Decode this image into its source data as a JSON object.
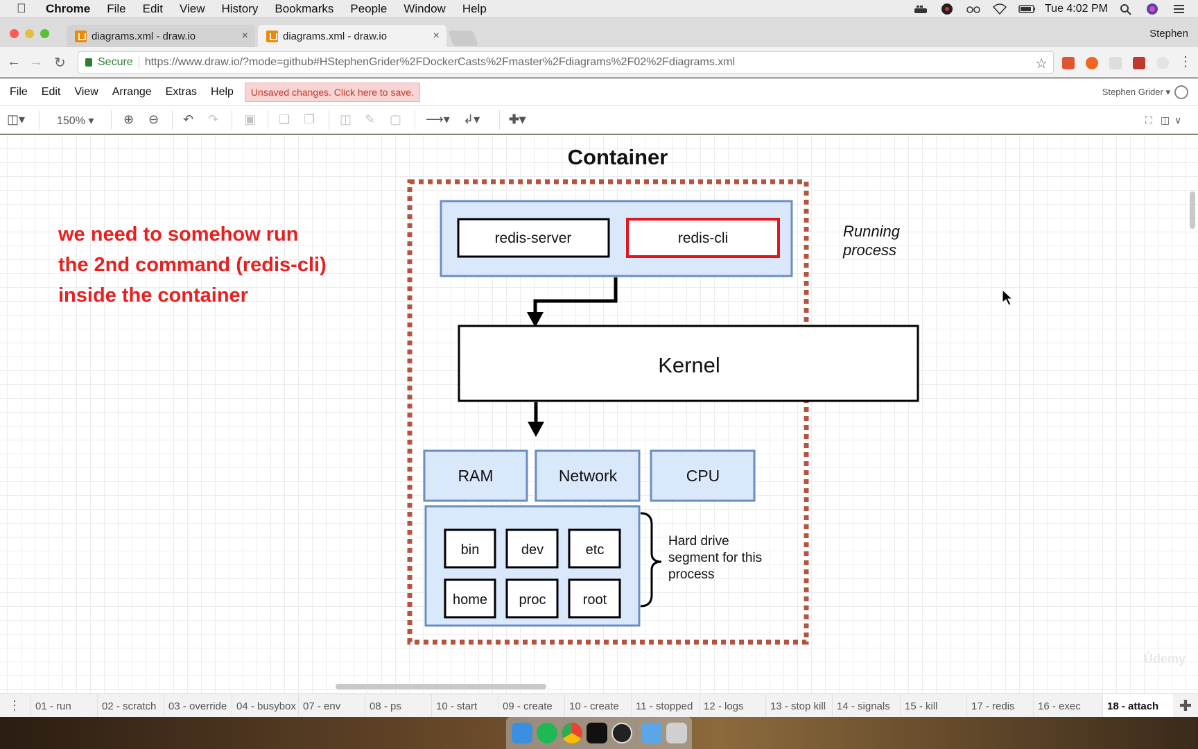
{
  "menubar": {
    "app": "Chrome",
    "items": [
      "File",
      "Edit",
      "View",
      "History",
      "Bookmarks",
      "People",
      "Window",
      "Help"
    ],
    "clock": "Tue 4:02 PM"
  },
  "tabs": [
    {
      "title": "diagrams.xml - draw.io",
      "close": "×"
    },
    {
      "title": "diagrams.xml - draw.io",
      "close": "×"
    }
  ],
  "profile": "Stephen",
  "address": {
    "secure": "Secure",
    "url": "https://www.draw.io/?mode=github#HStephenGrider%2FDockerCasts%2Fmaster%2Fdiagrams%2F02%2Fdiagrams.xml"
  },
  "drawio": {
    "menus": [
      "File",
      "Edit",
      "View",
      "Arrange",
      "Extras",
      "Help"
    ],
    "unsaved": "Unsaved changes. Click here to save.",
    "user": "Stephen Grider",
    "zoom": "150%"
  },
  "canvas": {
    "note": "we need to somehow run\nthe 2nd command (redis-cli)\ninside the container",
    "watermark": "Ûdemy"
  },
  "diagram": {
    "container_label": "Container",
    "running_label": "Running\nprocess",
    "process_a": "redis-server",
    "process_b": "redis-cli",
    "kernel": "Kernel",
    "resources": [
      "RAM",
      "Network",
      "CPU"
    ],
    "folders": [
      "bin",
      "dev",
      "etc",
      "home",
      "proc",
      "root"
    ],
    "hd_label": "Hard drive\nsegment for this\nprocess"
  },
  "pages": [
    "01 - run",
    "02 - scratch",
    "03 - override",
    "04 - busybox",
    "07 - env",
    "08 - ps",
    "10 - start",
    "09 - create",
    "10 - create",
    "11 - stopped",
    "12 - logs",
    "13 - stop kill",
    "14 - signals",
    "15 - kill",
    "17 - redis",
    "16 - exec",
    "18 - attach"
  ],
  "active_page": "18 - attach",
  "colors": {
    "note_red": "#e82020",
    "container_border": "#b5533f",
    "box_fill": "#dae8fc",
    "box_border": "#6c8ebf",
    "highlight_red": "#e3141b"
  }
}
